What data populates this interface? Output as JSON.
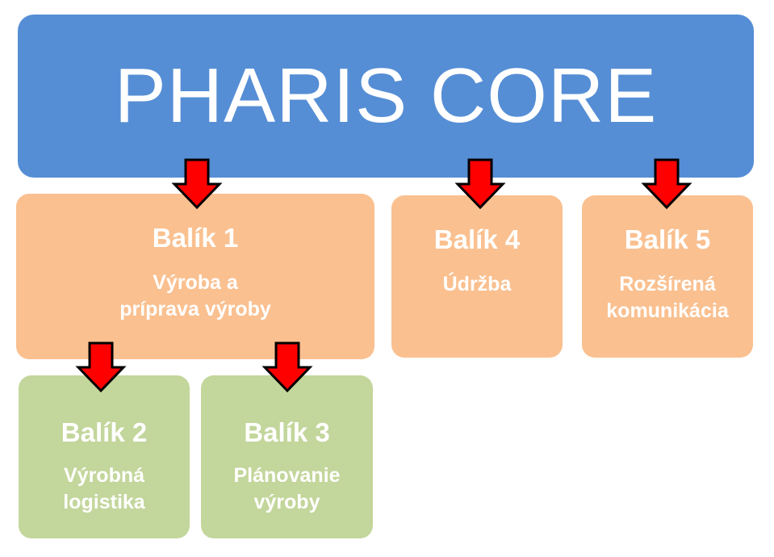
{
  "core": {
    "title": "PHARIS CORE",
    "color": "#558ed5"
  },
  "packages": [
    {
      "id": "balik-1",
      "title": "Balík 1",
      "subtitle": "Výroba a\npríprava výroby",
      "color": "#fac090"
    },
    {
      "id": "balik-2",
      "title": "Balík 2",
      "subtitle": "Výrobná\nlogistika",
      "color": "#c3d69b"
    },
    {
      "id": "balik-3",
      "title": "Balík 3",
      "subtitle": "Plánovanie\nvýroby",
      "color": "#c3d69b"
    },
    {
      "id": "balik-4",
      "title": "Balík 4",
      "subtitle": "Údržba",
      "color": "#fac090"
    },
    {
      "id": "balik-5",
      "title": "Balík 5",
      "subtitle": "Rozšírená\nkomunikácia",
      "color": "#fac090"
    }
  ],
  "edges": [
    {
      "from": "core",
      "to": "balik-1"
    },
    {
      "from": "core",
      "to": "balik-4"
    },
    {
      "from": "core",
      "to": "balik-5"
    },
    {
      "from": "balik-1",
      "to": "balik-2"
    },
    {
      "from": "balik-1",
      "to": "balik-3"
    }
  ],
  "arrow_color": "#ff0000"
}
